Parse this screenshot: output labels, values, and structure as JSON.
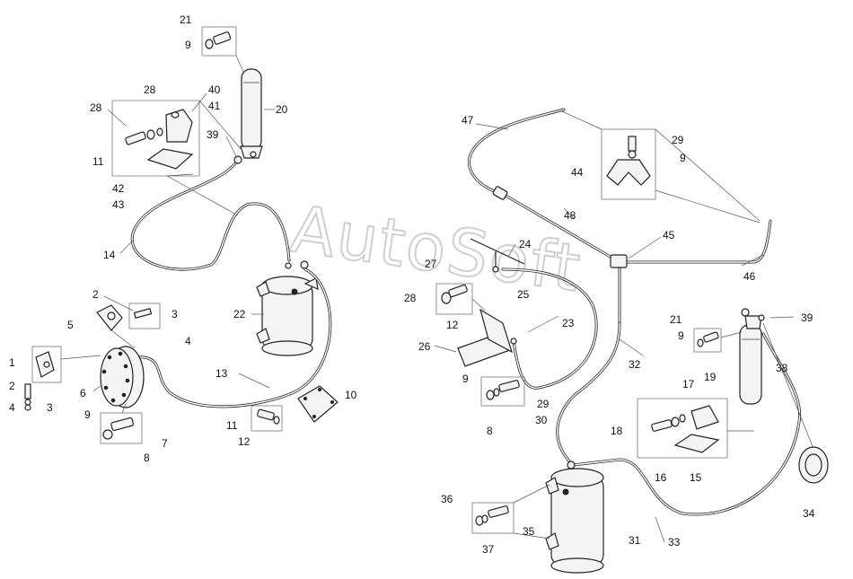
{
  "labels": {
    "l21a": "21",
    "l9a": "9",
    "l20": "20",
    "l39a": "39",
    "l40": "40",
    "l41": "41",
    "l28a": "28",
    "l28b": "28",
    "l11a": "11",
    "l42": "42",
    "l43": "43",
    "l14": "14",
    "l22": "22",
    "l2a": "2",
    "l3a": "3",
    "l5": "5",
    "l4a": "4",
    "l1": "1",
    "l2b": "2",
    "l4b": "4",
    "l3b": "3",
    "l6": "6",
    "l9b": "9",
    "l7": "7",
    "l8a": "8",
    "l13": "13",
    "l10": "10",
    "l11b": "11",
    "l12a": "12",
    "l47": "47",
    "l29a": "29",
    "l9c": "9",
    "l44": "44",
    "l48": "48",
    "l45": "45",
    "l46": "46",
    "l24": "24",
    "l27": "27",
    "l28c": "28",
    "l12b": "12",
    "l25": "25",
    "l23": "23",
    "l26": "26",
    "l9d": "9",
    "l29b": "29",
    "l30": "30",
    "l8b": "8",
    "l32": "32",
    "l21b": "21",
    "l9e": "9",
    "l39b": "39",
    "l38": "38",
    "l17": "17",
    "l19": "19",
    "l18": "18",
    "l16": "16",
    "l15": "15",
    "l34": "34",
    "l36": "36",
    "l35": "35",
    "l37": "37",
    "l31": "31",
    "l33": "33"
  },
  "watermark": "AutoSoft"
}
